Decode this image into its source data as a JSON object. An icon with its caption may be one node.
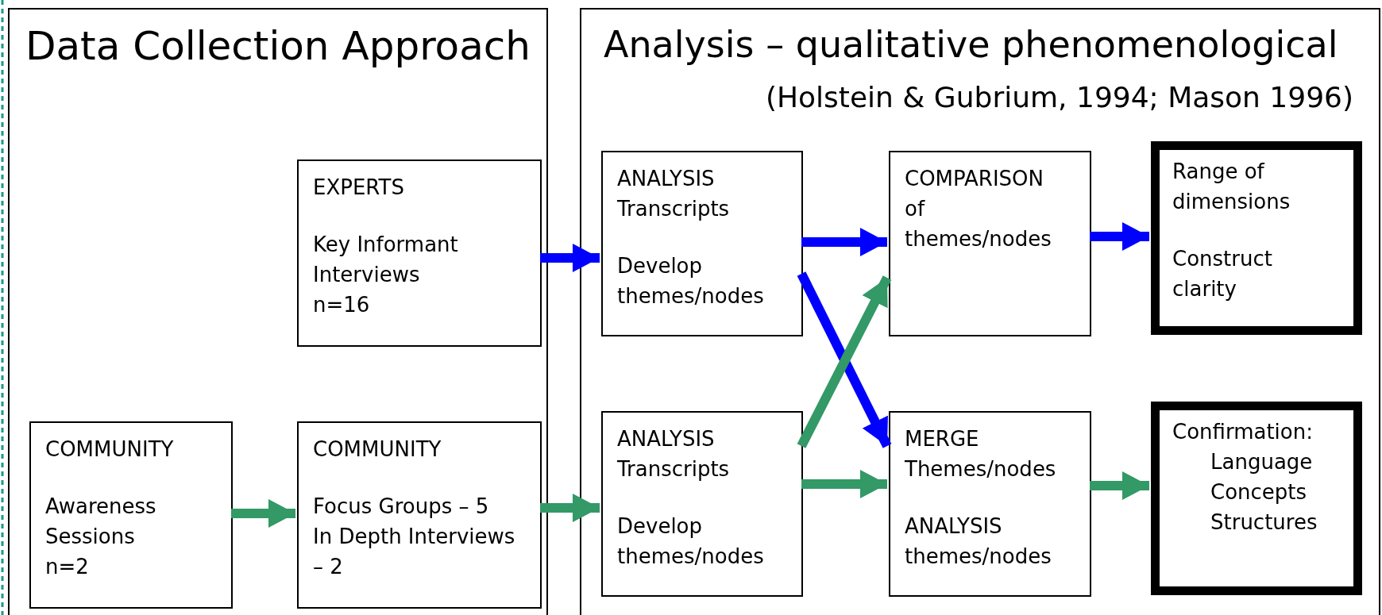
{
  "diagram": {
    "nodes": [
      {
        "text": [
          "Data Collection Approach"
        ]
      },
      {
        "text": [
          "EXPERTS",
          "Key Informant Interviews",
          "n=16"
        ],
        "in": 0
      },
      {
        "text": [
          "COMMUNITY",
          "Awareness Sessions",
          "n=2"
        ],
        "in": 0
      },
      {
        "text": [
          "COMMUNITY",
          "Focus Groups – 5",
          "In Depth Interviews – 2"
        ],
        "in": 0
      },
      {
        "text": [
          "Analysis – qualitative phenomenological",
          "(Holstein & Gubrium, 1994; Mason 1996)"
        ]
      },
      {
        "text": [
          "ANALYSIS",
          "Transcripts",
          "Develop themes/nodes"
        ],
        "in": 4
      },
      {
        "text": [
          "COMPARISON",
          "of themes/nodes"
        ],
        "in": 4
      },
      {
        "text": [
          "Range of dimensions",
          "Construct clarity"
        ],
        "in": 4
      },
      {
        "text": [
          "ANALYSIS",
          "Transcripts",
          "Develop themes/nodes"
        ],
        "in": 4
      },
      {
        "text": [
          "MERGE",
          "Themes/nodes",
          "ANALYSIS",
          "themes/nodes"
        ],
        "in": 4
      },
      {
        "text": [
          "Confirmation:",
          "Language",
          "Concepts",
          "Structures"
        ],
        "in": 4
      }
    ],
    "edges": [
      {
        "from": 2,
        "to": 3,
        "arrow": "to"
      },
      {
        "from": 1,
        "to": 5,
        "arrow": "to",
        "color": "#0000ff"
      },
      {
        "from": 3,
        "to": 8,
        "arrow": "to"
      },
      {
        "from": 5,
        "to": 6,
        "arrow": "to",
        "color": "#0000ff"
      },
      {
        "from": 5,
        "to": 9,
        "arrow": "to",
        "color": "#0000ff"
      },
      {
        "from": 8,
        "to": 6,
        "arrow": "to"
      },
      {
        "from": 8,
        "to": 9,
        "arrow": "to"
      },
      {
        "from": 6,
        "to": 7,
        "arrow": "to",
        "color": "#0000ff"
      },
      {
        "from": 9,
        "to": 10,
        "arrow": "to"
      }
    ]
  }
}
